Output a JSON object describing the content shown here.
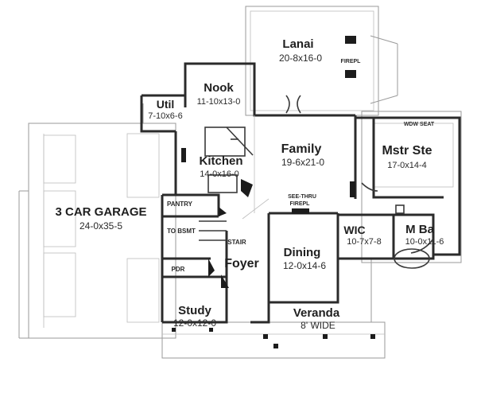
{
  "rooms": {
    "lanai": {
      "name": "Lanai",
      "dim": "20-8x16-0"
    },
    "nook": {
      "name": "Nook",
      "dim": "11-10x13-0"
    },
    "util": {
      "name": "Util",
      "dim": "7-10x6-6"
    },
    "kitchen": {
      "name": "Kitchen",
      "dim": "14-0x16-0"
    },
    "family": {
      "name": "Family",
      "dim": "19-6x21-0"
    },
    "mstr_ste": {
      "name": "Mstr Ste",
      "dim": "17-0x14-4"
    },
    "garage": {
      "name": "3 car garage",
      "dim": "24-0x35-5"
    },
    "wic": {
      "name": "wic",
      "dim": "10-7x7-8"
    },
    "mba": {
      "name": "M Ba",
      "dim": "10-0x11-6"
    },
    "dining": {
      "name": "Dining",
      "dim": "12-0x14-6"
    },
    "foyer": {
      "name": "Foyer"
    },
    "study": {
      "name": "Study",
      "dim": "12-0x12-0"
    },
    "veranda": {
      "name": "Veranda",
      "dim": "8' wide"
    }
  },
  "labels": {
    "firepl": "FIREPL",
    "wdw_seat": "WDW SEAT",
    "see_thru": "SEE-THRU",
    "see_thru_firepl": "FIREPL",
    "pantry": "PANTRY",
    "to_bsmt": "TO BSMT",
    "stair": "STAIR",
    "pdr": "PDR"
  }
}
